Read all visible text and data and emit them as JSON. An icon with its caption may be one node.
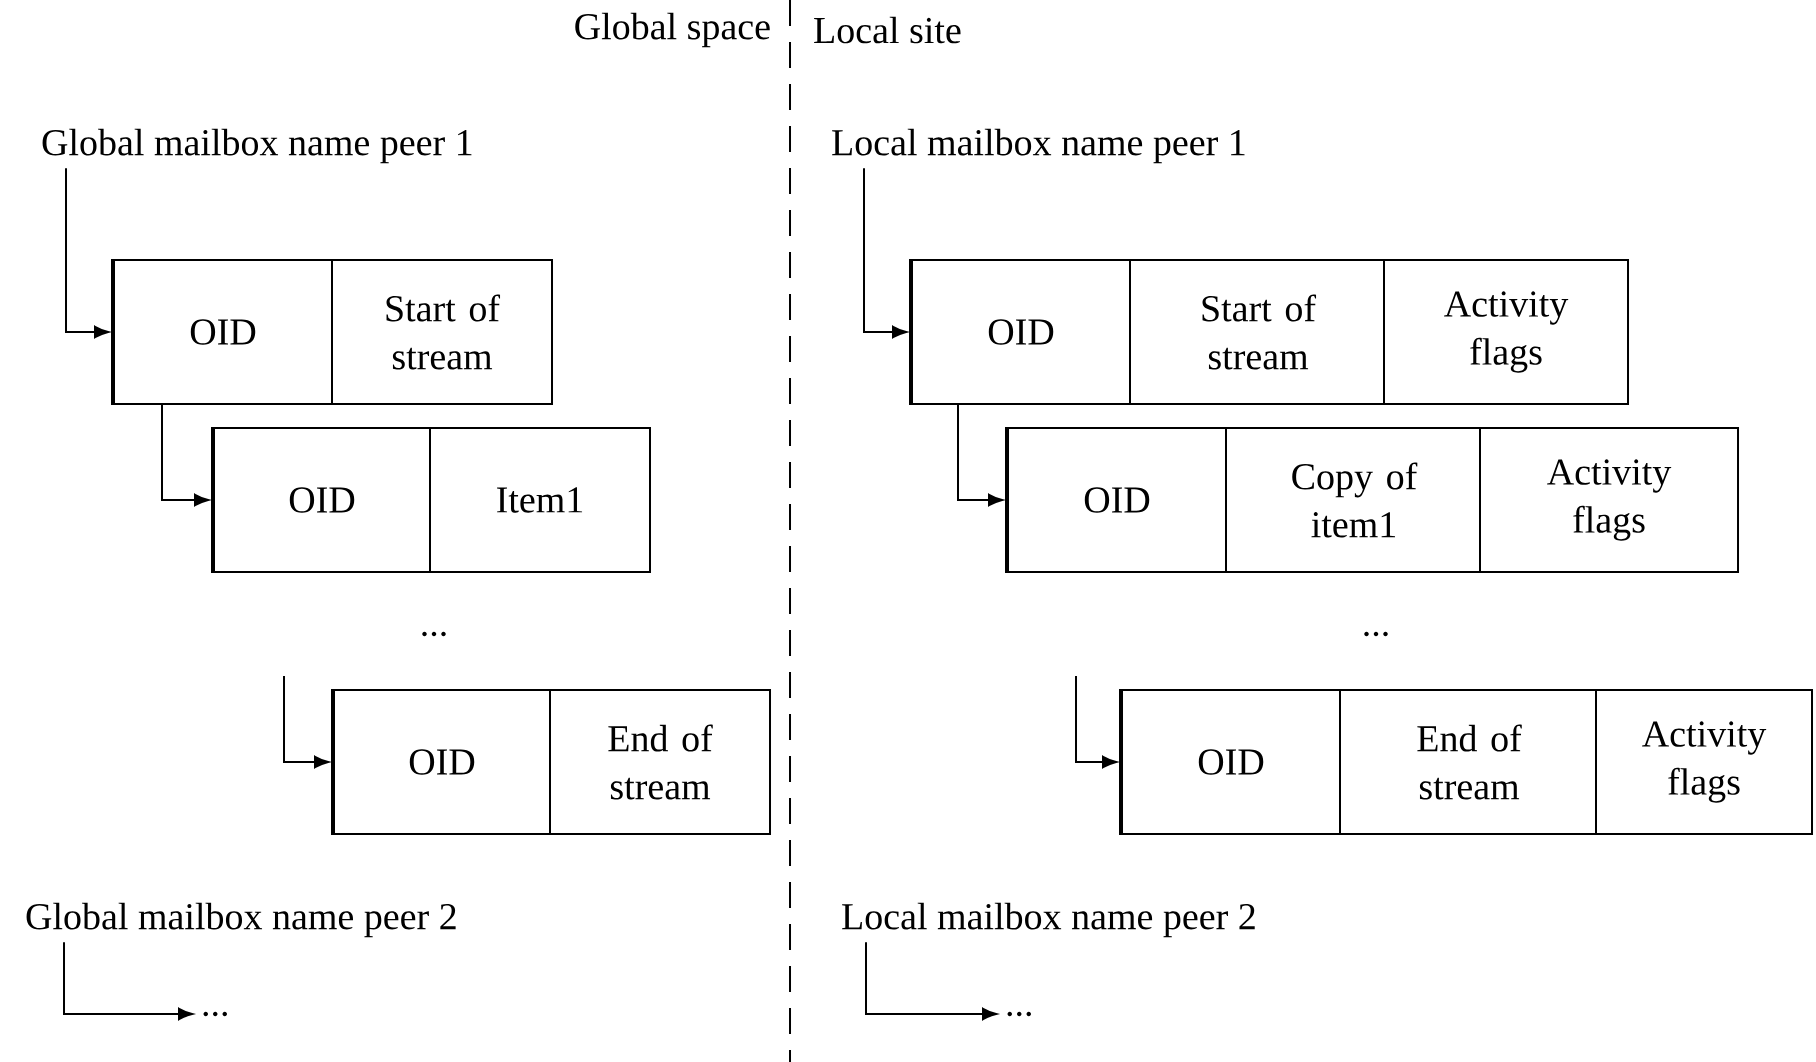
{
  "diagram": {
    "nodes": [
      {
        "text": [
          "Global mailbox name peer 1"
        ]
      },
      {
        "text": [],
        "shape": "box"
      },
      {
        "text": [
          "OID"
        ],
        "in": 1
      },
      {
        "text": [
          "Start of stream"
        ],
        "in": 1
      },
      {
        "text": [],
        "shape": "box"
      },
      {
        "text": [
          "OID"
        ],
        "in": 4
      },
      {
        "text": [
          "Item1"
        ],
        "in": 4
      },
      {
        "text": [],
        "shape": "box"
      },
      {
        "text": [
          "OID"
        ],
        "in": 7
      },
      {
        "text": [
          "End of stream"
        ],
        "in": 7
      },
      {
        "text": [
          "Global mailbox name peer 2"
        ]
      },
      {
        "text": [
          "..."
        ]
      },
      {
        "text": [
          "Local mailbox name peer 1"
        ]
      },
      {
        "text": [],
        "shape": "box"
      },
      {
        "text": [
          "OID"
        ],
        "in": 13
      },
      {
        "text": [
          "Start of stream"
        ],
        "in": 13
      },
      {
        "text": [
          "Activity flags"
        ],
        "in": 13
      },
      {
        "text": [],
        "shape": "box"
      },
      {
        "text": [
          "OID"
        ],
        "in": 17
      },
      {
        "text": [
          "Copy of item1"
        ],
        "in": 17
      },
      {
        "text": [
          "Activity flags"
        ],
        "in": 17
      },
      {
        "text": [],
        "shape": "box"
      },
      {
        "text": [
          "OID"
        ],
        "in": 21
      },
      {
        "text": [
          "End of stream"
        ],
        "in": 21
      },
      {
        "text": [
          "Activity flags"
        ],
        "in": 21
      },
      {
        "text": [
          "Local mailbox name peer 2"
        ]
      },
      {
        "text": [
          "..."
        ]
      }
    ],
    "edges": [
      {
        "from": 0,
        "to": 2,
        "arrow": "to"
      },
      {
        "from": 2,
        "to": 5,
        "arrow": "to"
      },
      {
        "from": null,
        "to": 8,
        "arrow": "to"
      },
      {
        "from": 10,
        "to": 11,
        "arrow": "to"
      },
      {
        "from": 12,
        "to": 14,
        "arrow": "to"
      },
      {
        "from": 14,
        "to": 18,
        "arrow": "to"
      },
      {
        "from": null,
        "to": 22,
        "arrow": "to"
      },
      {
        "from": 25,
        "to": 26,
        "arrow": "to"
      }
    ],
    "labels": [
      "Global space",
      "Local site",
      "...",
      "..."
    ]
  }
}
